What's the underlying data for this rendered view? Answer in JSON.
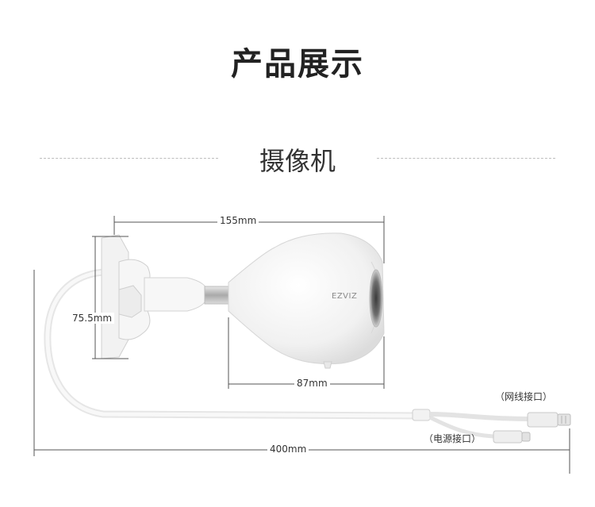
{
  "page": {
    "title": "产品展示",
    "subtitle": "摄像机"
  },
  "dimensions": {
    "length": "155mm",
    "height": "75.5mm",
    "body_length": "87mm",
    "cable_length": "400mm"
  },
  "ports": {
    "network": "（网线接口）",
    "power": "（电源接口）"
  },
  "brand": {
    "logo_text": "EZVIZ"
  },
  "colors": {
    "camera_body": "#f4f4f4",
    "outline": "#d6d6d6",
    "dimension_line": "#555555",
    "dashed_rule": "#bdbdbd"
  }
}
